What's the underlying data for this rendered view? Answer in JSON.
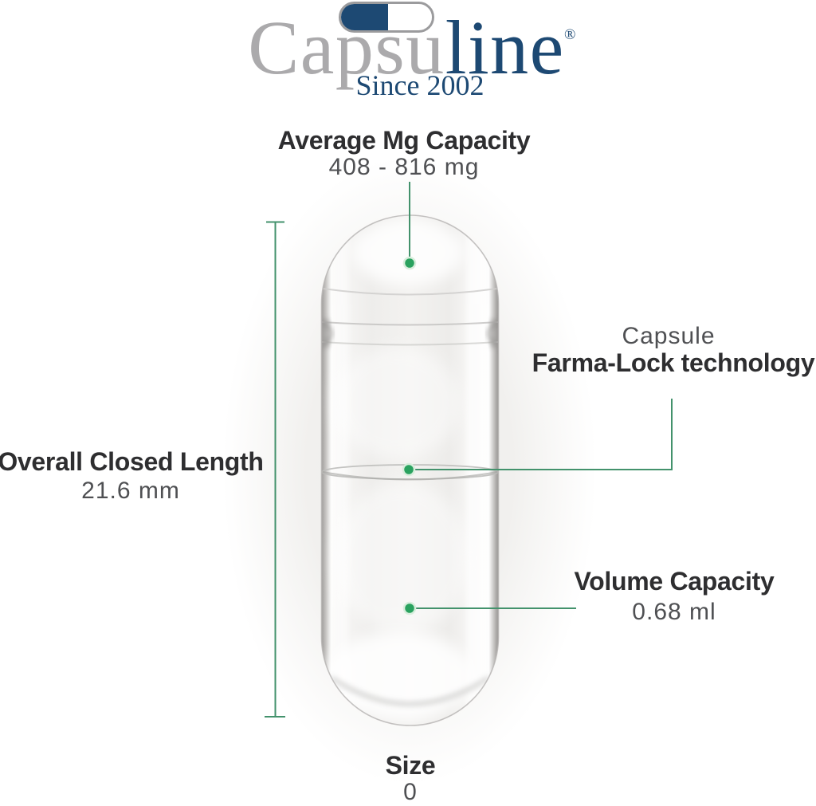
{
  "brand": {
    "logo_gray_text": "Capsu",
    "logo_blue_text": "line",
    "registered_mark": "®",
    "tagline": "Since 2002"
  },
  "annotations": {
    "avg_capacity": {
      "label": "Average Mg Capacity",
      "value": "408 - 816 mg"
    },
    "closed_length": {
      "label": "Overall Closed Length",
      "value": "21.6 mm"
    },
    "farma_lock": {
      "pre_label": "Capsule",
      "label": "Farma-Lock technology"
    },
    "volume_capacity": {
      "label": "Volume Capacity",
      "value": "0.68 ml"
    },
    "size": {
      "label": "Size",
      "value": "0"
    }
  },
  "colors": {
    "accent_green": "#43926C",
    "dot_green": "#2AA25F",
    "brand_navy": "#1D4973",
    "brand_gray": "#ABAAAC",
    "label_dark": "#2E2E30",
    "value_gray": "#4F5053"
  }
}
